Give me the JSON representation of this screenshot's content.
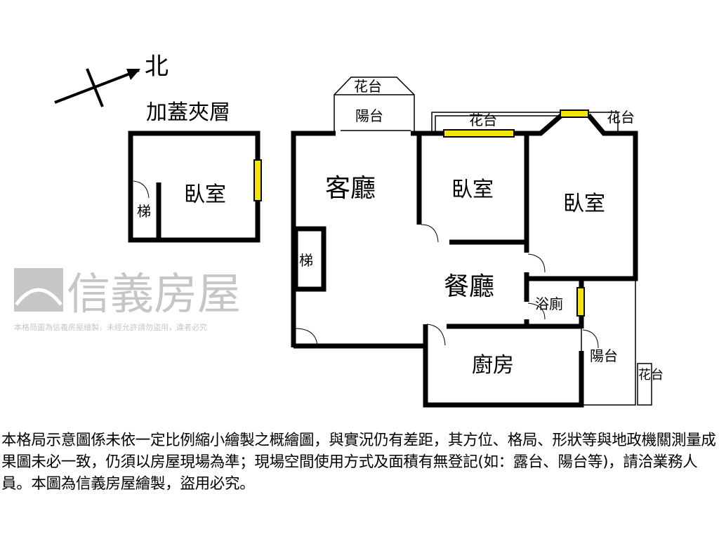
{
  "compass": {
    "label": "北"
  },
  "mezzanine": {
    "title": "加蓋夾層",
    "bedroom": "臥室",
    "stairs": "梯"
  },
  "rooms": {
    "living_room": "客廳",
    "bedroom_1": "臥室",
    "bedroom_2": "臥室",
    "dining_room": "餐廳",
    "bathroom": "浴廁",
    "kitchen": "廚房",
    "stairs": "梯",
    "front_balcony": "陽台",
    "front_planter": "花台",
    "planter_1": "花台",
    "planter_2": "花台",
    "rear_balcony": "陽台",
    "rear_planter": "花台"
  },
  "watermark": {
    "brand": "信義房屋",
    "notice": "本格局圖為信義房屋繪製，未經允許請勿盜用，違者必究"
  },
  "colors": {
    "wall": "#000000",
    "window": "#f5e400",
    "watermark": "#b4b4b4"
  },
  "disclaimer": "本格局示意圖係未依一定比例縮小繪製之概繪圖，與實況仍有差距，其方位、格局、形狀等與地政機關測量成果圖未必一致，仍須以房屋現場為準；現場空間使用方式及面積有無登記(如：露台、陽台等)，請洽業務人員。本圖為信義房屋繪製，盜用必究。"
}
